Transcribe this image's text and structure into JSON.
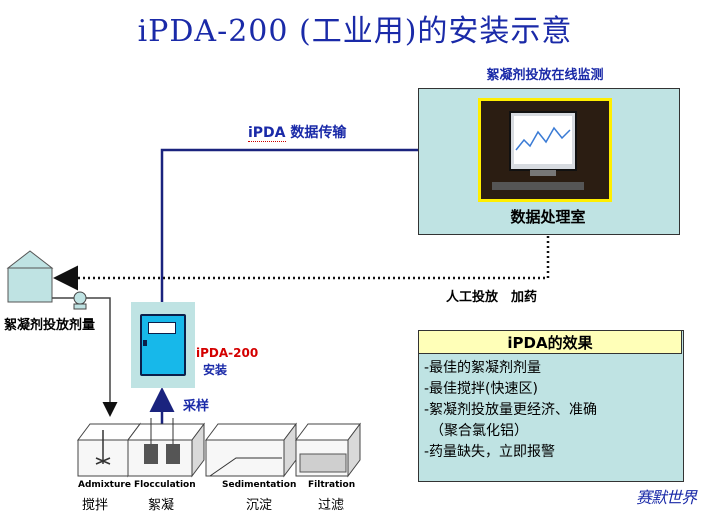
{
  "title": "iPDA-200 (工业用)的安装示意",
  "monitor_label": "絮凝剂投放在线监测",
  "room_label": "数据处理室",
  "transfer_label_prefix": "iPDA",
  "transfer_label_suffix": " 数据传输",
  "manual_label": "人工投放　加药",
  "dose_label": "絮凝剂投放剂量",
  "device_label": "iPDA-200",
  "install_label": "安装",
  "sample_label": "采样",
  "effect": {
    "title": "iPDA的效果",
    "items": [
      "-最佳的絮凝剂剂量",
      "-最佳搅拌(快速区)",
      "-絮凝剂投放量更经济、准确",
      "（聚合氯化铝）",
      "-药量缺失，立即报警"
    ]
  },
  "stages": [
    {
      "en": "Admixture",
      "zh": "搅拌"
    },
    {
      "en": "Flocculation",
      "zh": "絮凝"
    },
    {
      "en": "Sedimentation",
      "zh": "沉淀"
    },
    {
      "en": "Filtration",
      "zh": "过滤"
    }
  ],
  "logo_text": "赛默世界",
  "colors": {
    "title": "#1a2aa8",
    "arrow": "#1a237e",
    "box_fill": "#bfe3e3",
    "device_fill": "#17b8ea",
    "effect_header": "#ffffb8",
    "device_label": "#d40000"
  }
}
